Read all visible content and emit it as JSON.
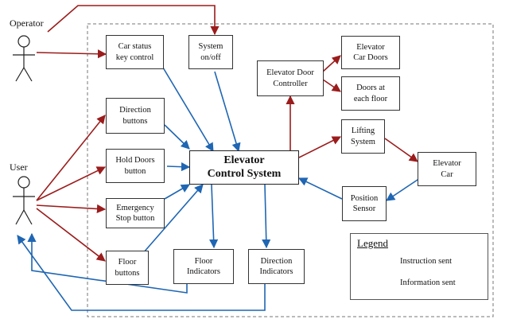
{
  "actors": {
    "operator": "Operator",
    "user": "User"
  },
  "boxes": {
    "car_status": "Car status\nkey control",
    "system_onoff": "System\non/off",
    "door_controller": "Elevator Door\nController",
    "car_doors": "Elevator\nCar Doors",
    "floor_doors": "Doors at\neach floor",
    "direction_buttons": "Direction\nbuttons",
    "hold_doors": "Hold Doors\nbutton",
    "control_system": "Elevator\nControl System",
    "lifting_system": "Lifting\nSystem",
    "elevator_car": "Elevator\nCar",
    "emergency_stop": "Emergency\nStop button",
    "position_sensor": "Position\nSensor",
    "floor_buttons": "Floor\nbuttons",
    "floor_indicators": "Floor\nIndicators",
    "direction_indicators": "Direction\nIndicators"
  },
  "legend": {
    "title": "Legend",
    "instruction": "Instruction sent",
    "information": "Information sent"
  },
  "colors": {
    "instruction": "#9b1c1c",
    "information": "#1f66b3",
    "boundary": "#777777"
  }
}
